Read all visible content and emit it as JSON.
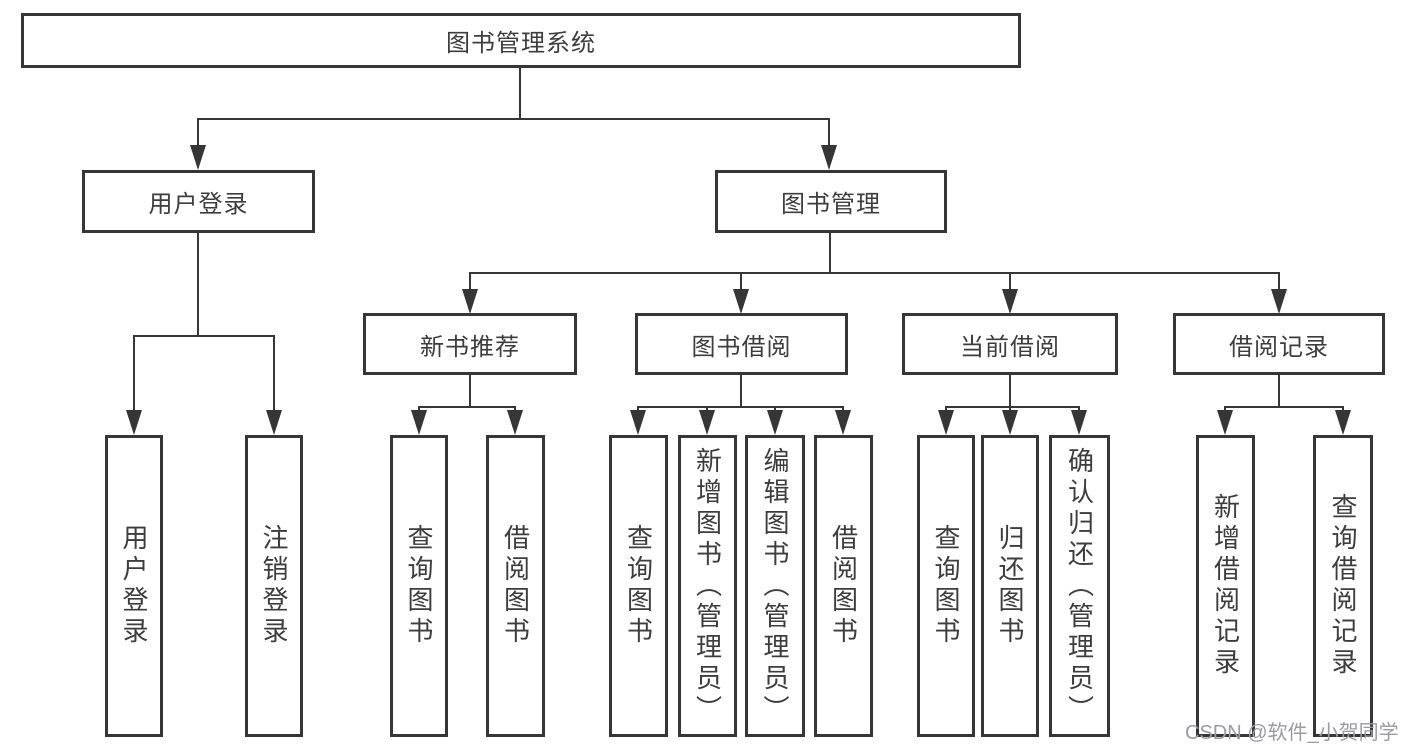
{
  "diagram_title": "图书管理系统",
  "tree": {
    "label": "图书管理系统",
    "children": [
      {
        "label": "用户登录",
        "children": [
          {
            "label": "用户登录"
          },
          {
            "label": "注销登录"
          }
        ]
      },
      {
        "label": "图书管理",
        "children": [
          {
            "label": "新书推荐",
            "children": [
              {
                "label": "查询图书"
              },
              {
                "label": "借阅图书"
              }
            ]
          },
          {
            "label": "图书借阅",
            "children": [
              {
                "label": "查询图书"
              },
              {
                "label": "新增图书（管理员）"
              },
              {
                "label": "编辑图书（管理员）"
              },
              {
                "label": "借阅图书"
              }
            ]
          },
          {
            "label": "当前借阅",
            "children": [
              {
                "label": "查询图书"
              },
              {
                "label": "归还图书"
              },
              {
                "label": "确认归还（管理员）"
              }
            ]
          },
          {
            "label": "借阅记录",
            "children": [
              {
                "label": "新增借阅记录"
              },
              {
                "label": "查询借阅记录"
              }
            ]
          }
        ]
      }
    ]
  },
  "watermark": "CSDN @软件_小贺同学",
  "colors": {
    "line": "#363636",
    "text": "#3d3d3d",
    "background": "#ffffff",
    "watermark": "#9b9ba3"
  }
}
